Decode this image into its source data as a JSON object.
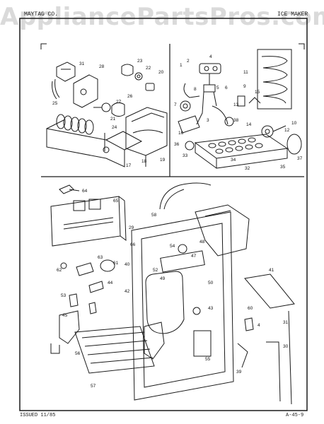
{
  "watermark": "AppliancePartsPros.com",
  "header": {
    "left_text": "MAYTAG CO.",
    "right_text": "ICE MAKER"
  },
  "footer": {
    "issued": "ISSUED 11/85",
    "page_code": "A-45-9"
  },
  "part_numbers": {
    "top_left": [
      "31",
      "28",
      "23",
      "22",
      "20",
      "27",
      "26",
      "25",
      "24",
      "21",
      "17",
      "18",
      "19"
    ],
    "top_right": [
      "1",
      "2",
      "4",
      "5",
      "6",
      "3",
      "7",
      "8",
      "9",
      "11",
      "13",
      "14",
      "15",
      "16",
      "10",
      "12",
      "36",
      "38",
      "33",
      "34",
      "32",
      "35",
      "37"
    ],
    "bottom": [
      "64",
      "65",
      "29",
      "66",
      "61",
      "62",
      "63",
      "44",
      "53",
      "45",
      "57",
      "56",
      "58",
      "54",
      "55",
      "40",
      "42",
      "52",
      "49",
      "47",
      "50",
      "48",
      "43",
      "41",
      "31",
      "60",
      "4",
      "30",
      "39"
    ]
  },
  "colors": {
    "ink": "#1a1a1a",
    "paper": "#ffffff",
    "watermark": "#969696"
  }
}
